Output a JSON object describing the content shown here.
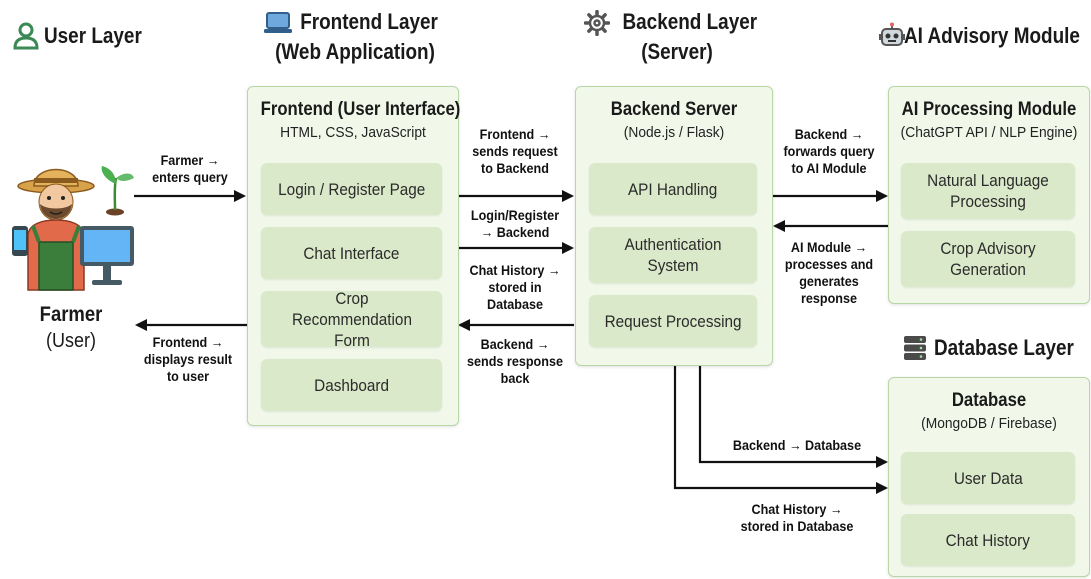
{
  "layers": {
    "user": "User Layer",
    "frontend_line1": "Frontend Layer",
    "frontend_line2": "(Web Application)",
    "backend_line1": "Backend Layer",
    "backend_line2": "(Server)",
    "ai": "AI Advisory Module",
    "database": "Database Layer"
  },
  "farmer": {
    "name": "Farmer",
    "role": "(User)"
  },
  "frontend": {
    "title": "Frontend (User Interface)",
    "subtitle": "HTML, CSS, JavaScript",
    "items": [
      "Login / Register Page",
      "Chat Interface",
      "Crop Recommendation Form",
      "Dashboard"
    ]
  },
  "backend": {
    "title": "Backend Server",
    "subtitle": "(Node.js / Flask)",
    "items": [
      "API Handling",
      "Authentication System",
      "Request Processing"
    ]
  },
  "ai": {
    "title": "AI Processing Module",
    "subtitle": "(ChatGPT API / NLP Engine)",
    "items": [
      "Natural Language Processing",
      "Crop Advisory Generation"
    ]
  },
  "database": {
    "title": "Database",
    "subtitle": "(MongoDB / Firebase)",
    "items": [
      "User Data",
      "Chat History"
    ]
  },
  "arrow_labels": {
    "farmer_query": "Farmer →\nenters query",
    "display_result": "Frontend →\ndisplays result\nto user",
    "send_request": "Frontend →\nsends request\nto Backend",
    "login_register": "Login/Register\n→ Backend",
    "chat_history_stored": "Chat History →\nstored in\nDatabase",
    "send_response": "Backend →\nsends response\nback",
    "forward_query": "Backend →\nforwards query\nto AI Module",
    "ai_process": "AI Module →\nprocesses and\ngenerates\nresponse",
    "backend_db": "Backend → Database",
    "chat_history_db": "Chat History →\nstored in Database"
  },
  "colors": {
    "panel_fill": "#f1f8ea",
    "panel_border": "#b9d6a6",
    "item_fill": "#d9e9c9",
    "user_icon": "#3b8a55",
    "arrow": "#111111"
  }
}
